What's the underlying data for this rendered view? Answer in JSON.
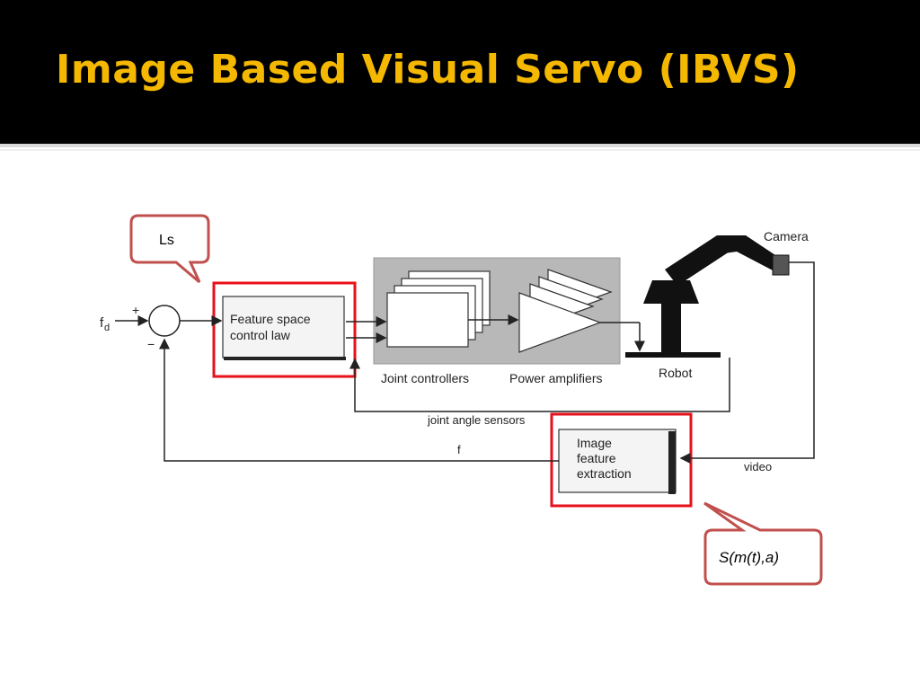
{
  "slide": {
    "title": "Image Based Visual Servo (IBVS)"
  },
  "diagram": {
    "input_label": "f",
    "input_subscript": "d",
    "plus_sign": "+",
    "minus_sign": "−",
    "control_law_line1": "Feature space",
    "control_law_line2": "control law",
    "joint_controllers": "Joint controllers",
    "power_amplifiers": "Power amplifiers",
    "robot": "Robot",
    "camera": "Camera",
    "joint_angle_sensors": "joint angle sensors",
    "feedback_f": "f",
    "video": "video",
    "extraction_line1": "Image",
    "extraction_line2": "feature",
    "extraction_line3": "extraction"
  },
  "callouts": {
    "ls": "Ls",
    "smt": "S(m(t),a)"
  },
  "colors": {
    "title": "#f5b800",
    "highlight": "#e8101a",
    "callout_border": "#c0504d"
  }
}
